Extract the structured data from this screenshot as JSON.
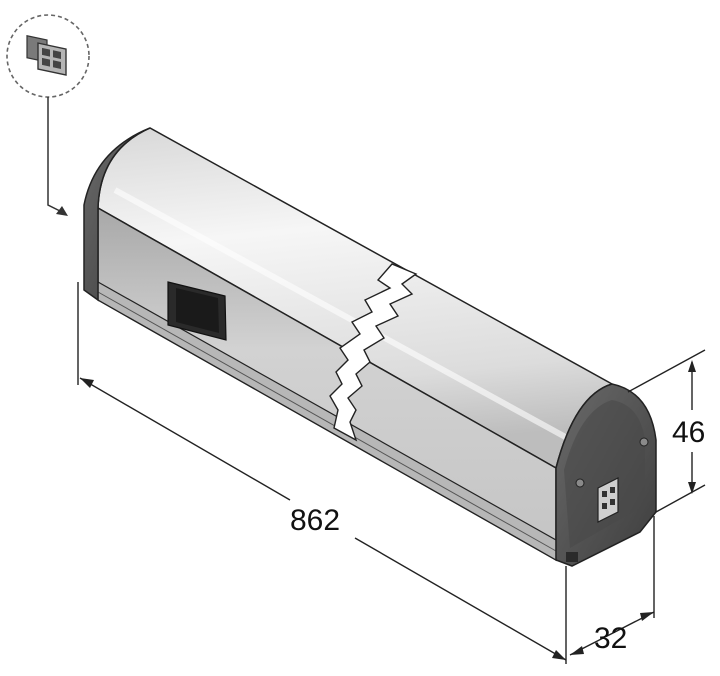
{
  "dimensions": {
    "length": "862",
    "height": "46",
    "width": "32"
  },
  "colors": {
    "body_light": "#eeeeee",
    "body_mid": "#cfcfcf",
    "body_dark": "#9a9a9a",
    "end_cap": "#555555",
    "line": "#1a1a1a"
  },
  "icons": {
    "connector_detail": "connector-icon"
  }
}
